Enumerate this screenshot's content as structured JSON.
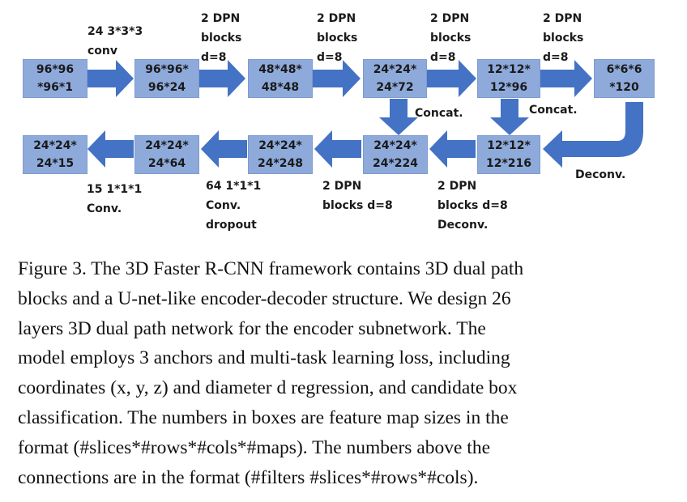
{
  "diagram": {
    "fill_color": "#8eaadb",
    "arrow_color": "#4472c4",
    "boxes": {
      "b1": [
        "96*96",
        "*96*1"
      ],
      "b2": [
        "96*96*",
        "96*24"
      ],
      "b3": [
        "48*48*",
        "48*48"
      ],
      "b4": [
        "24*24*",
        "24*72"
      ],
      "b5": [
        "12*12*",
        "12*96"
      ],
      "b6": [
        "6*6*6",
        "*120"
      ],
      "b7": [
        "12*12*",
        "12*216"
      ],
      "b8": [
        "24*24*",
        "24*224"
      ],
      "b9": [
        "24*24*",
        "24*248"
      ],
      "b10": [
        "24*24*",
        "24*64"
      ],
      "b11": [
        "24*24*",
        "24*15"
      ]
    },
    "labels": {
      "l1": [
        "24 3*3*3",
        "conv"
      ],
      "l2": [
        "2 DPN",
        "blocks",
        "d=8"
      ],
      "l3": [
        "2 DPN",
        "blocks",
        "d=8"
      ],
      "l4": [
        "2 DPN",
        "blocks",
        "d=8"
      ],
      "l5": [
        "2 DPN",
        "blocks",
        "d=8"
      ],
      "concat1": "Concat.",
      "concat2": "Concat.",
      "deconv": "Deconv.",
      "l7": [
        "2 DPN",
        "blocks d=8",
        "Deconv."
      ],
      "l8": [
        "2 DPN",
        "blocks d=8"
      ],
      "l9": [
        "64 1*1*1",
        "Conv.",
        "dropout"
      ],
      "l10": [
        "15 1*1*1",
        "Conv."
      ]
    }
  },
  "caption": {
    "lines": [
      "Figure 3. The 3D Faster R-CNN framework contains 3D dual path",
      "blocks and a U-net-like encoder-decoder structure.  We design 26",
      "layers 3D dual path network for the encoder subnetwork.  The",
      "model employs 3 anchors and multi-task learning loss, including",
      "coordinates (x, y, z) and diameter d regression, and candidate box",
      "classification.  The numbers in boxes are feature map sizes in the",
      "format (#slices*#rows*#cols*#maps). The numbers above the",
      "connections are in the format (#filters    #slices*#rows*#cols)."
    ]
  }
}
